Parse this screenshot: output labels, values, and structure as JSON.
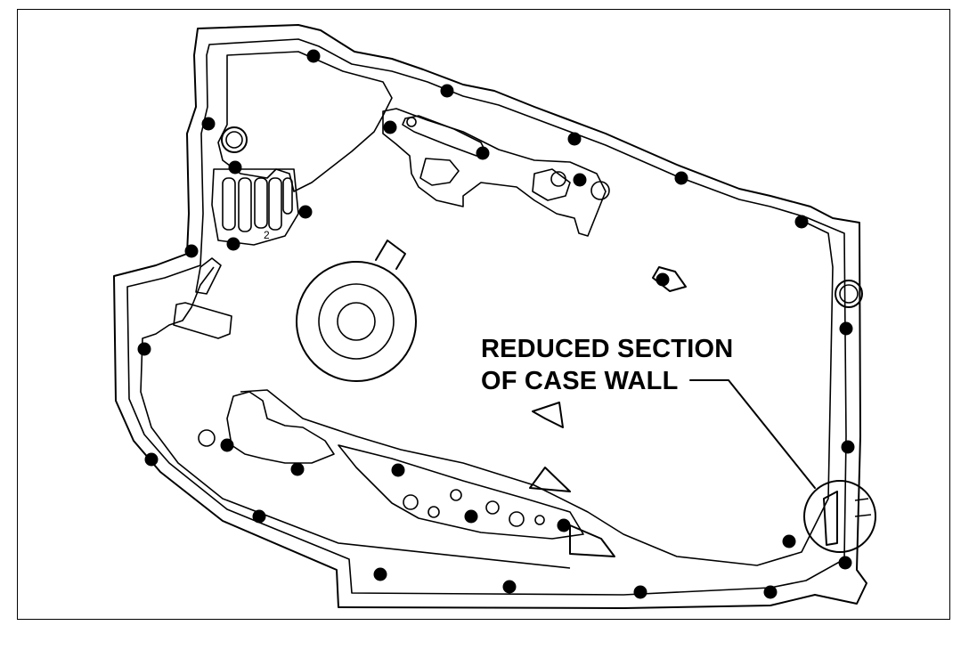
{
  "callout": {
    "line1": "REDUCED SECTION",
    "line2": "OF CASE WALL"
  },
  "part_label": "2",
  "colors": {
    "ink": "#000000",
    "paper": "#ffffff"
  }
}
